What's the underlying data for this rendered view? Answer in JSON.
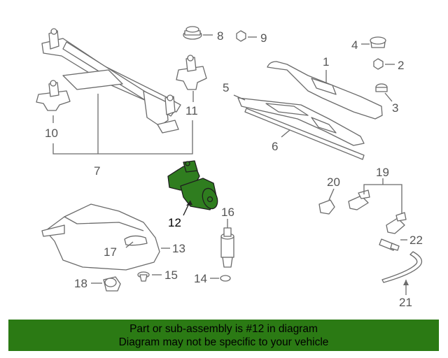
{
  "diagram": {
    "callouts": [
      "1",
      "2",
      "3",
      "4",
      "5",
      "6",
      "7",
      "8",
      "9",
      "10",
      "11",
      "12",
      "13",
      "14",
      "15",
      "16",
      "17",
      "18",
      "19",
      "20",
      "21",
      "22"
    ],
    "highlight_color": "#2f7d1f"
  },
  "banner": {
    "line1": "Part or sub-assembly is #12 in diagram",
    "line2": "Diagram may not be specific to your vehicle",
    "background": "#2b7a14"
  }
}
